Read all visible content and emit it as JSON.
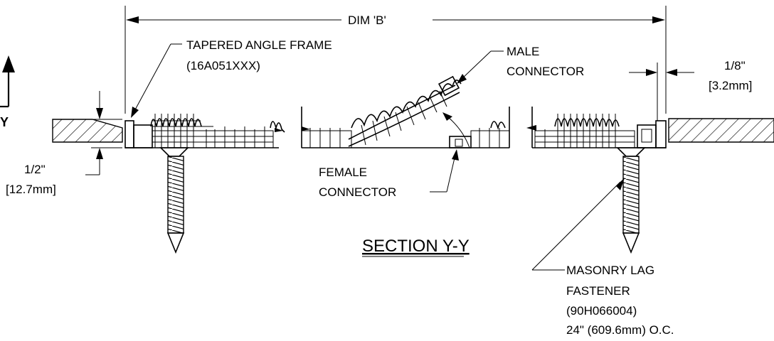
{
  "title": "SECTION Y-Y",
  "dimension": {
    "label": "DIM 'B'"
  },
  "section_marker": {
    "letter": "Y"
  },
  "labels": {
    "tapered_frame": [
      "TAPERED ANGLE FRAME",
      "(16A051XXX)"
    ],
    "male_connector": [
      "MALE",
      "CONNECTOR"
    ],
    "female_connector": [
      "FEMALE",
      "CONNECTOR"
    ],
    "gap": [
      "1/8\"",
      "[3.2mm]"
    ],
    "thickness": [
      "1/2\"",
      "[12.7mm]"
    ],
    "fastener": [
      "MASONRY LAG",
      "FASTENER",
      "(90H066004)",
      "24\" (609.6mm) O.C."
    ]
  }
}
